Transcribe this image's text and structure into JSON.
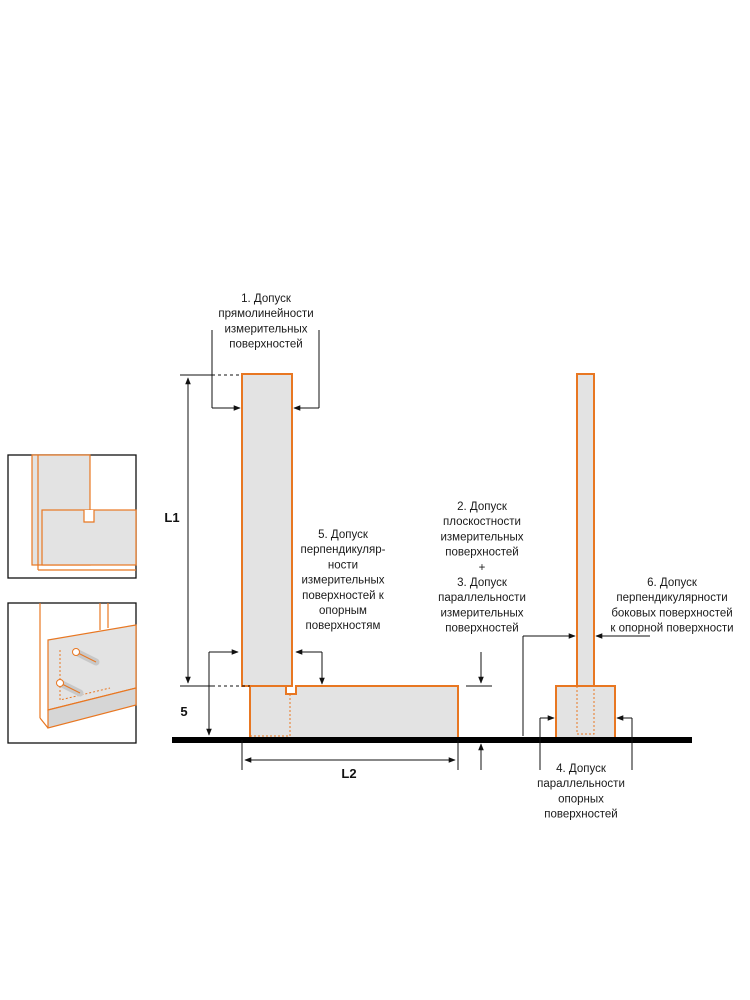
{
  "colors": {
    "outline": "#e87722",
    "fill": "#e3e3e3",
    "ink": "#111111",
    "base": "#000000"
  },
  "labels": {
    "label1": {
      "lines": [
        "1. Допуск",
        "прямолинейности",
        "измерительных",
        "поверхностей"
      ]
    },
    "label2": {
      "lines": [
        "2. Допуск",
        "плоскостности",
        "измерительных",
        "поверхностей",
        "+",
        "3. Допуск",
        "параллельности",
        "измерительных",
        "поверхностей"
      ]
    },
    "label4": {
      "lines": [
        "4. Допуск",
        "параллельности",
        "опорных",
        "поверхностей"
      ]
    },
    "label5": {
      "lines": [
        "5. Допуск",
        "перпендикуляр-",
        "ности",
        "измерительных",
        "поверхностей к",
        "опорным",
        "поверхностям"
      ]
    },
    "label6": {
      "lines": [
        "6. Допуск",
        "перпендикулярности",
        "боковых поверхностей",
        "к опорной поверхности"
      ]
    }
  },
  "dimensions": {
    "L1": "L1",
    "L2": "L2",
    "five": "5"
  },
  "icons": {
    "arrow": "arrowhead-icon",
    "pin": "pin-icon"
  }
}
